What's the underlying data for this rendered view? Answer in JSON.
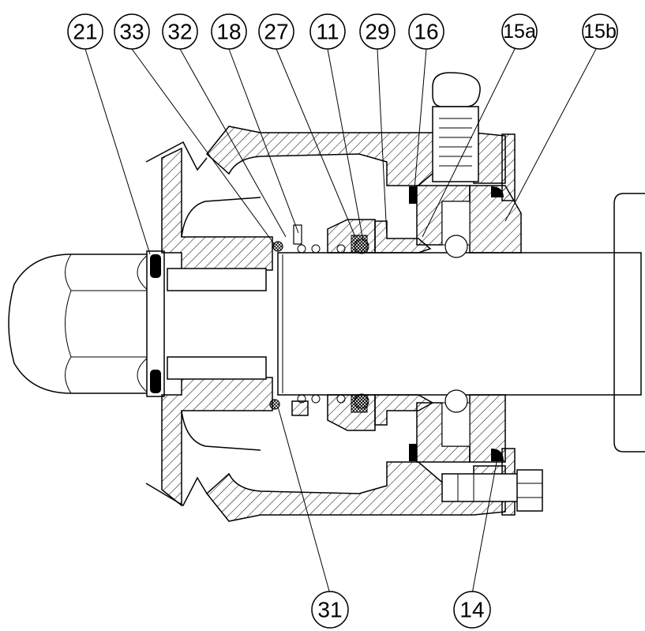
{
  "callouts_top": [
    "21",
    "33",
    "32",
    "18",
    "27",
    "11",
    "29",
    "16",
    "15a",
    "15b"
  ],
  "callouts_bottom": [
    "31",
    "14"
  ]
}
